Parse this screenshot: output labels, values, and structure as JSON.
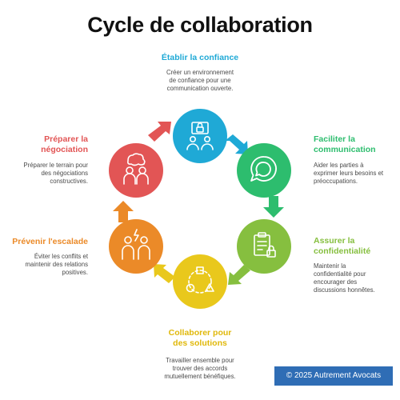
{
  "title": "Cycle de collaboration",
  "colors": {
    "trust": "#1fa9d6",
    "communication": "#2dbd6e",
    "confidentiality": "#86bf3f",
    "solutions": "#e9c81c",
    "escalation": "#eb8a28",
    "negotiation": "#e25555"
  },
  "steps": [
    {
      "key": "trust",
      "title": "Établir la confiance",
      "description": [
        "Créer un environnement",
        "de confiance pour une",
        "communication ouverte."
      ],
      "icon": "handshake-lock-icon"
    },
    {
      "key": "communication",
      "title": [
        "Faciliter la",
        "communication"
      ],
      "description": [
        "Aider les parties à",
        "exprimer leurs besoins et",
        "préoccupations."
      ],
      "icon": "speech-bubble-icon"
    },
    {
      "key": "confidentiality",
      "title": [
        "Assurer la",
        "confidentialité"
      ],
      "description": [
        "Maintenir la",
        "confidentialité pour",
        "encourager des",
        "discussions honnêtes."
      ],
      "icon": "document-lock-icon"
    },
    {
      "key": "solutions",
      "title": [
        "Collaborer pour",
        "des solutions"
      ],
      "description": [
        "Travailler ensemble pour",
        "trouver des accords",
        "mutuellement bénéfiques."
      ],
      "icon": "collaboration-shapes-icon"
    },
    {
      "key": "escalation",
      "title": "Prévenir l'escalade",
      "description": [
        "Éviter les conflits et",
        "maintenir des relations",
        "positives."
      ],
      "icon": "conflict-people-icon"
    },
    {
      "key": "negotiation",
      "title": [
        "Préparer la",
        "négociation"
      ],
      "description": [
        "Préparer le terrain pour",
        "des négociations",
        "constructives."
      ],
      "icon": "discussion-people-icon"
    }
  ],
  "footer": "© 2025 Autrement Avocats"
}
